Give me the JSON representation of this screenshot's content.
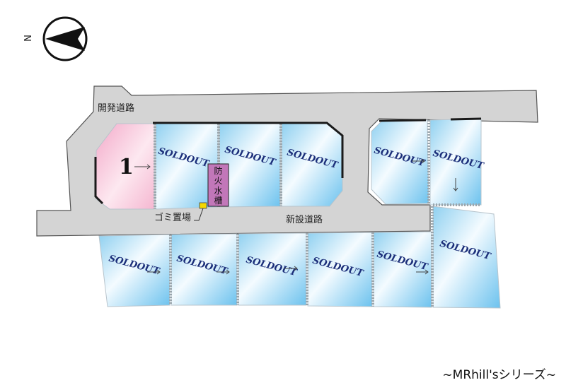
{
  "compass": {
    "label": "N",
    "icon": "north-arrow-icon"
  },
  "roads": {
    "development_road": "開発道路",
    "new_road": "新設道路"
  },
  "facilities": {
    "fire_tank": "防火水槽",
    "garbage": "ゴミ置場"
  },
  "lot1": {
    "number": "1"
  },
  "sold_label": "SOLDOUT",
  "series": "~MRhill'sシリーズ~",
  "colors": {
    "road": "#d4d4d4",
    "available_lot": "#f4bcd4",
    "sold_lot": "#9bd6f2",
    "sold_text": "#1c2f7a",
    "fire_tank": "#c277b9",
    "garbage": "#f5d800"
  }
}
